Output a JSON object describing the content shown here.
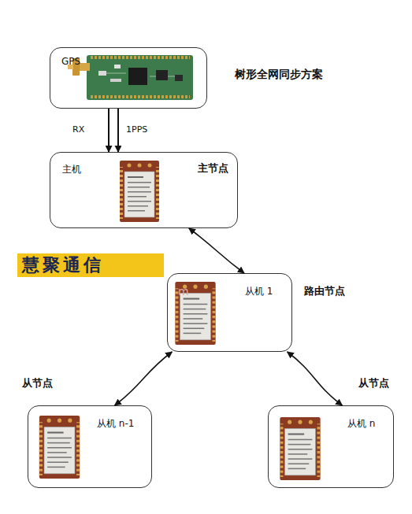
{
  "diagram": {
    "title": "树形全网同步方案",
    "nodes": [
      {
        "text": [
          "GPS"
        ]
      },
      {
        "text": [
          "主机",
          "主节点"
        ]
      },
      {
        "text": [
          "从机 1",
          "路由节点"
        ]
      },
      {
        "text": [
          "从节点",
          "从机 n-1"
        ]
      },
      {
        "text": [
          "从节点",
          "从机 n"
        ]
      }
    ],
    "edges": [
      {
        "from": 0,
        "to": 1,
        "label": "RX",
        "arrow": "to"
      },
      {
        "from": 0,
        "to": 1,
        "label": "1PPS",
        "arrow": "to"
      },
      {
        "from": 1,
        "to": 2,
        "arrow": "both"
      },
      {
        "from": 2,
        "to": 3,
        "arrow": "both"
      },
      {
        "from": 2,
        "to": 4,
        "arrow": "both"
      }
    ],
    "labels": [
      "慧聚通信",
      "m"
    ]
  }
}
